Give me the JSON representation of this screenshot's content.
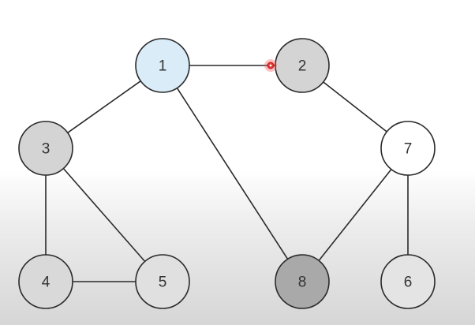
{
  "graph": {
    "nodes": [
      {
        "id": "1",
        "label": "1",
        "fill": "#d9ecf8"
      },
      {
        "id": "2",
        "label": "2",
        "fill": "#d4d4d4"
      },
      {
        "id": "3",
        "label": "3",
        "fill": "#d4d4d4"
      },
      {
        "id": "4",
        "label": "4",
        "fill": "#d9d9d9"
      },
      {
        "id": "5",
        "label": "5",
        "fill": "#e0e0e0"
      },
      {
        "id": "6",
        "label": "6",
        "fill": "#e4e4e4"
      },
      {
        "id": "7",
        "label": "7",
        "fill": "#ffffff"
      },
      {
        "id": "8",
        "label": "8",
        "fill": "#a9a9a9"
      }
    ],
    "edges": [
      {
        "from": "1",
        "to": "2"
      },
      {
        "from": "1",
        "to": "3"
      },
      {
        "from": "1",
        "to": "8"
      },
      {
        "from": "2",
        "to": "7"
      },
      {
        "from": "3",
        "to": "4"
      },
      {
        "from": "3",
        "to": "5"
      },
      {
        "from": "4",
        "to": "5"
      },
      {
        "from": "7",
        "to": "8"
      },
      {
        "from": "7",
        "to": "6"
      }
    ]
  },
  "colors": {
    "stroke": "#2a2a2a",
    "label": "#333333",
    "cursor": "#e53935"
  }
}
